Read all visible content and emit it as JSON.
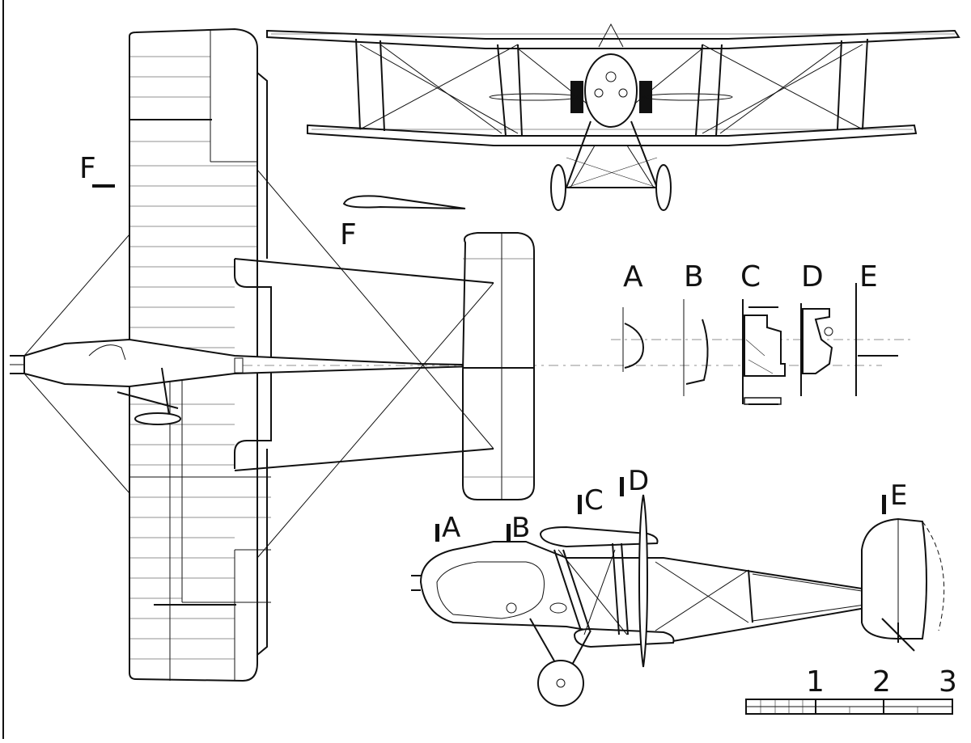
{
  "labels": {
    "F_planform": "F",
    "F_section": "F",
    "A": "A",
    "B": "B",
    "C": "C",
    "D": "D",
    "E": "E",
    "side_A": "A",
    "side_B": "B",
    "side_C": "C",
    "side_D": "D",
    "side_E": "E"
  },
  "scale": {
    "ticks": [
      "1",
      "2",
      "3"
    ]
  }
}
